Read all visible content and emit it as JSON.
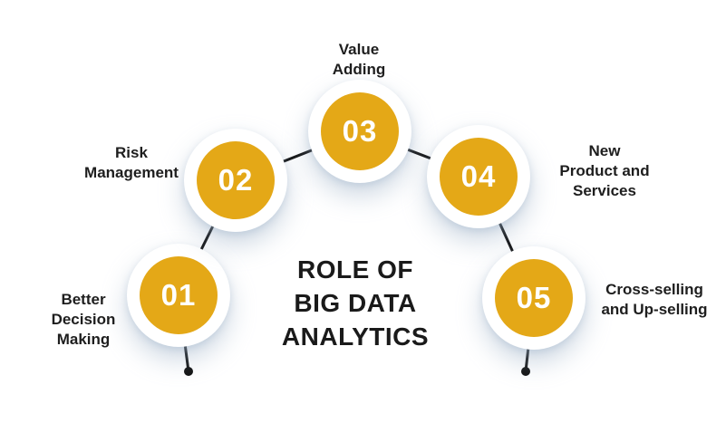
{
  "title": {
    "text": "ROLE OF BIG DATA ANALYTICS",
    "lines": [
      "ROLE OF",
      "BIG DATA",
      "ANALYTICS"
    ]
  },
  "nodes": [
    {
      "number": "01",
      "label": "Better Decision Making",
      "lines": [
        "Better",
        "Decision",
        "Making"
      ]
    },
    {
      "number": "02",
      "label": "Risk Management",
      "lines": [
        "Risk",
        "Management"
      ]
    },
    {
      "number": "03",
      "label": "Value Adding",
      "lines": [
        "Value",
        "Adding"
      ]
    },
    {
      "number": "04",
      "label": "New Product and Services",
      "lines": [
        "New",
        "Product and",
        "Services"
      ]
    },
    {
      "number": "05",
      "label": "Cross-selling and Up-selling",
      "lines": [
        "Cross-selling",
        "and Up-selling"
      ]
    }
  ],
  "colors": {
    "accent_gold": "#E4A817",
    "line_black": "#101010",
    "text_dark": "#1E1E1E",
    "background": "#FFFFFF",
    "circle_shadow": "rgba(147,169,194,0.45)"
  }
}
